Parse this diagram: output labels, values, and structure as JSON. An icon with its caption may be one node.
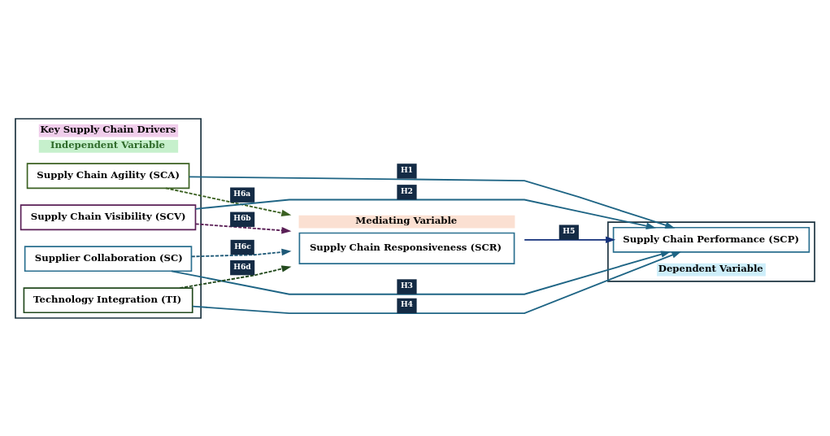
{
  "diagram": {
    "nodes": [
      {
        "text": [
          "Mediating Variable",
          "Supply Chain Responsiveness (SCR)"
        ]
      },
      {
        "text": [
          "Key Supply Chain Drivers",
          "Independent Variable"
        ]
      },
      {
        "text": [
          "Supply Chain Agility (SCA)"
        ],
        "in": 1
      },
      {
        "text": [
          "Supply Chain Visibility (SCV)"
        ],
        "in": 1
      },
      {
        "text": [
          "Supplier Collaboration (SC)"
        ],
        "in": 1
      },
      {
        "text": [
          "Technology Integration (TI)"
        ],
        "in": 1
      },
      {
        "text": [],
        "shape": "box",
        "beside": [
          "Dependent Variable"
        ]
      },
      {
        "text": [
          "Supply Chain Performance (SCP)"
        ],
        "in": 6
      }
    ],
    "edges": [
      {
        "from": 5,
        "to": 0,
        "arrow": "to",
        "label": "H6d",
        "style": "dashed",
        "color": "#234a1e"
      },
      {
        "from": 4,
        "to": 0,
        "arrow": "to",
        "label": "H6c",
        "style": "dashed",
        "color": "#1f5a78"
      },
      {
        "from": 3,
        "to": 0,
        "arrow": "to",
        "label": "H6b",
        "style": "dashed",
        "color": "#5a1f56"
      },
      {
        "from": 2,
        "to": 0,
        "arrow": "to",
        "label": "H6a",
        "style": "dashed",
        "color": "#3b6122"
      },
      {
        "from": 0,
        "to": 7,
        "arrow": "to",
        "label": "H5",
        "color": "#13307a"
      },
      {
        "from": 2,
        "to": 7,
        "arrow": "to",
        "label": "H1"
      },
      {
        "from": 3,
        "to": 7,
        "arrow": "to",
        "label": "H2"
      },
      {
        "from": 4,
        "to": 7,
        "arrow": "to",
        "label": "H3"
      },
      {
        "from": 5,
        "to": 7,
        "arrow": "to",
        "label": "H4"
      }
    ]
  }
}
